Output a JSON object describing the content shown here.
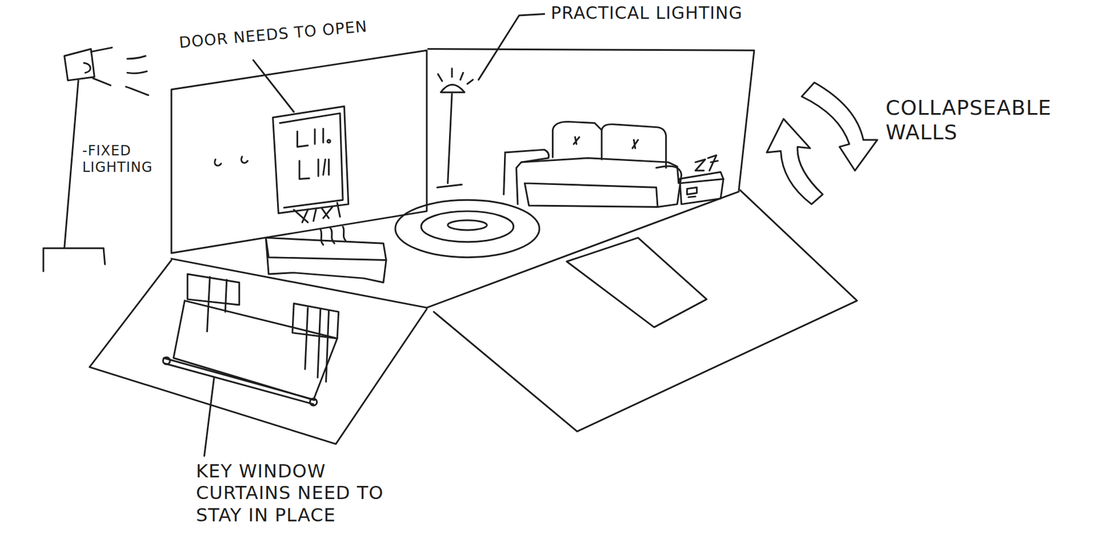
{
  "diagram": {
    "labels": [
      "PRACTICAL LIGHTING",
      "DOOR NEEDS TO OPEN",
      "COLLAPSEABLE WALLS",
      "-FIXED LIGHTING",
      "KEY WINDOW CURTAINS NEED TO STAY IN PLACE"
    ]
  }
}
